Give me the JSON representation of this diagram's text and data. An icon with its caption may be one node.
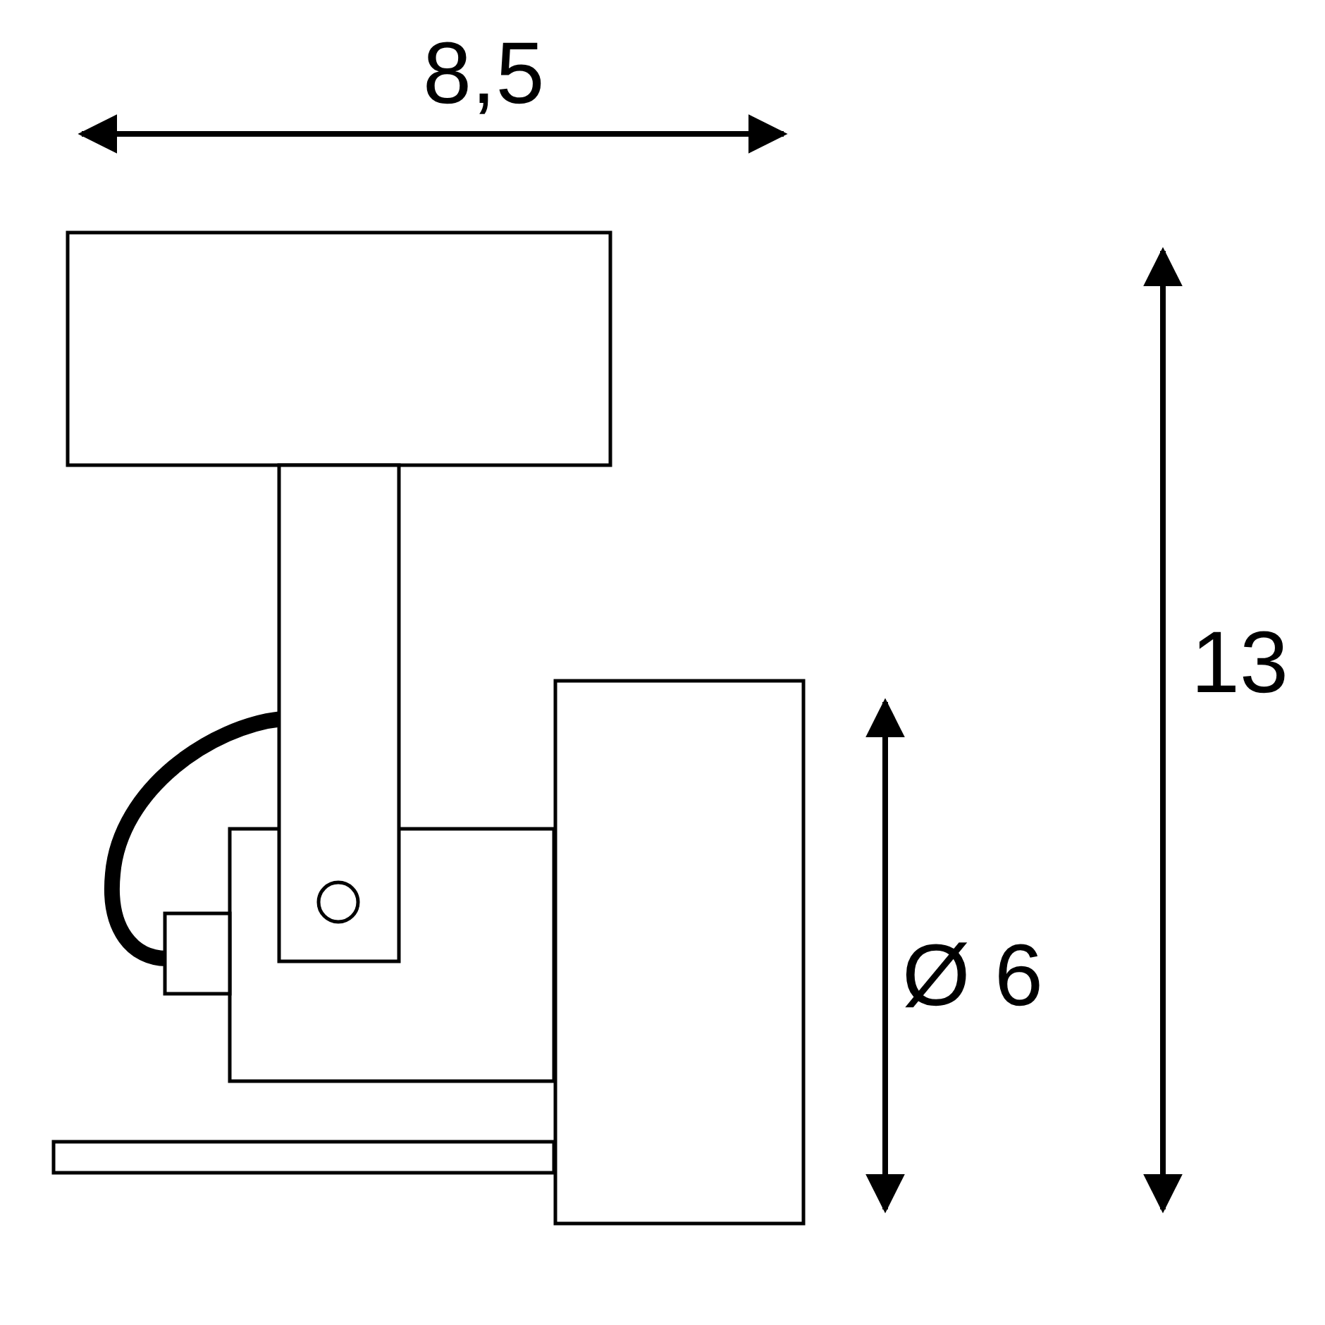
{
  "diagram": {
    "labels": [
      "8,5",
      "13",
      "Ø 6"
    ]
  }
}
